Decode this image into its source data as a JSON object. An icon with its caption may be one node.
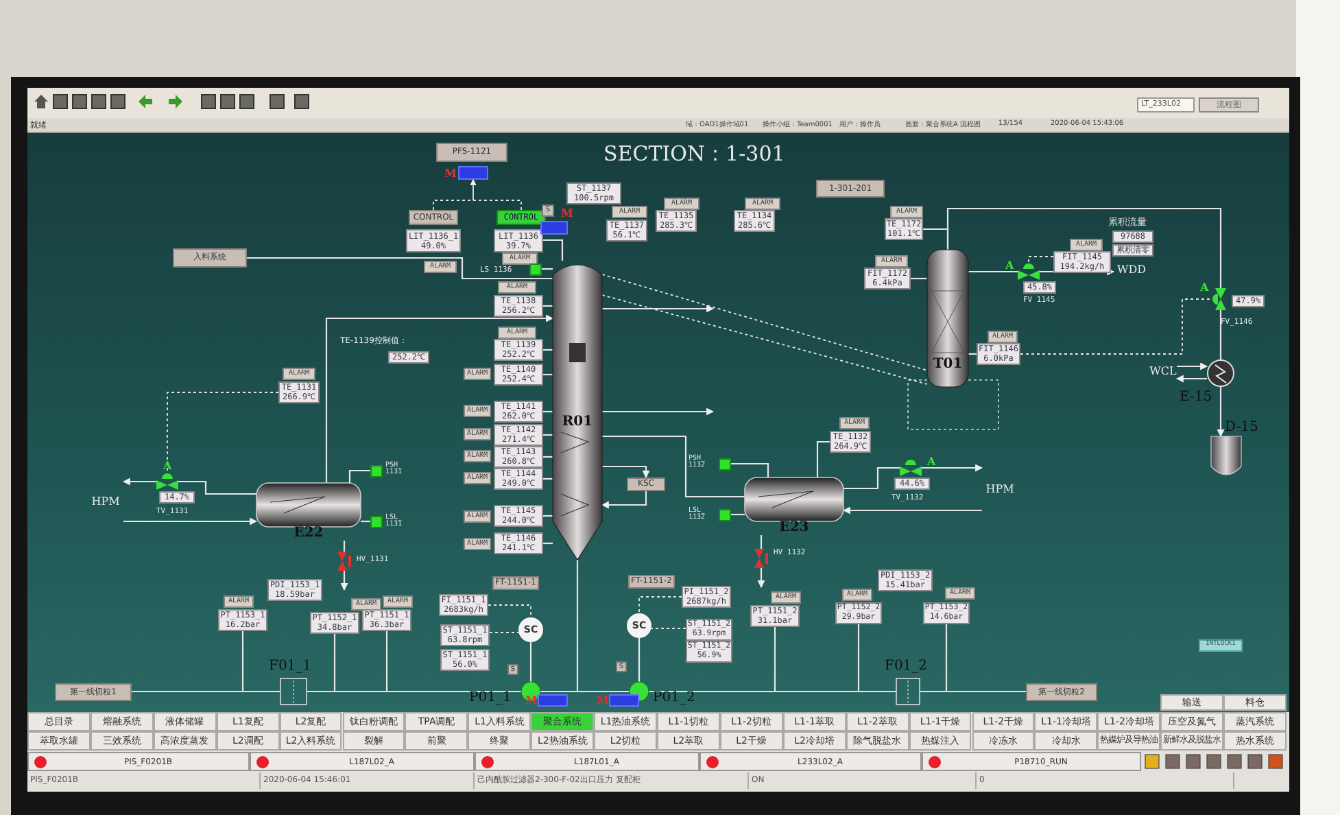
{
  "diagram": {
    "title": "SECTION：1-301",
    "nodes": [
      {
        "text": [
          "PFS-1121"
        ]
      },
      {
        "text": [],
        "shape": "box",
        "beside": [
          "M"
        ]
      },
      {
        "text": [
          "CONTROL"
        ]
      },
      {
        "text": [
          "CONTROL"
        ]
      },
      {
        "text": [
          "LIT_1136_1",
          "49.0%"
        ]
      },
      {
        "text": [
          "LIT_1136",
          "39.7%"
        ]
      },
      {
        "text": [
          "ALARM"
        ]
      },
      {
        "text": [
          "入料系统"
        ]
      },
      {
        "text": [
          "ALARM"
        ]
      },
      {
        "text": [],
        "shape": "box"
      },
      {
        "text": [
          "ALARM"
        ]
      },
      {
        "text": [
          "TE_1138",
          "256.2℃"
        ]
      },
      {
        "text": [
          "S"
        ]
      },
      {
        "text": [],
        "shape": "box",
        "beside": [
          "M"
        ]
      },
      {
        "text": [
          "ST_1137",
          "100.5rpm"
        ]
      },
      {
        "text": [
          "ALARM"
        ]
      },
      {
        "text": [
          "TE_1137",
          "56.1℃"
        ]
      },
      {
        "text": [
          "ALARM"
        ]
      },
      {
        "text": [
          "TE_1135",
          "285.3℃"
        ]
      },
      {
        "text": [
          "ALARM"
        ]
      },
      {
        "text": [
          "TE_1134",
          "285.6℃"
        ]
      },
      {
        "text": [
          "1-301-201"
        ]
      },
      {
        "text": [
          "ALARM"
        ]
      },
      {
        "text": [
          "TE_1172",
          "101.1℃"
        ]
      },
      {
        "text": [
          "ALARM"
        ]
      },
      {
        "text": [
          "FIT_1172",
          "6.4kPa"
        ]
      },
      {
        "text": [
          "T01"
        ]
      },
      {
        "text": [
          "ALARM"
        ]
      },
      {
        "text": [
          "FIT_1145",
          "194.2kg/h"
        ]
      },
      {
        "text": [],
        "shape": "valve",
        "beside": [
          "A"
        ]
      },
      {
        "text": [
          "45.8%"
        ],
        "beside": [
          "FV 1145"
        ]
      },
      {
        "text": [
          "WDD"
        ]
      },
      {
        "text": [
          "97688"
        ]
      },
      {
        "text": [
          "累积清零"
        ]
      },
      {
        "text": [],
        "shape": "valve",
        "beside": [
          "A",
          "FV_1146"
        ]
      },
      {
        "text": [
          "47.9%"
        ]
      },
      {
        "text": [
          "ALARM"
        ]
      },
      {
        "text": [
          "FIT_1146",
          "6.0kPa"
        ]
      },
      {
        "text": [],
        "shape": "circle",
        "beside": [
          "E-15"
        ]
      },
      {
        "text": [
          "WCL"
        ]
      },
      {
        "text": [],
        "shape": "cylinder",
        "beside": [
          "D-15"
        ]
      },
      {
        "text": [
          "252.2℃"
        ]
      },
      {
        "text": [
          "ALARM"
        ]
      },
      {
        "text": [
          "TE_1139",
          "252.2℃"
        ]
      },
      {
        "text": [
          "ALARM"
        ]
      },
      {
        "text": [
          "TE_1140",
          "252.4℃"
        ]
      },
      {
        "text": [
          "ALARM"
        ]
      },
      {
        "text": [
          "TE_1141",
          "262.0℃"
        ]
      },
      {
        "text": [
          "ALARM"
        ]
      },
      {
        "text": [
          "TE_1142",
          "271.4℃"
        ]
      },
      {
        "text": [
          "ALARM"
        ]
      },
      {
        "text": [
          "TE_1143",
          "260.8℃"
        ]
      },
      {
        "text": [
          "ALARM"
        ]
      },
      {
        "text": [
          "TE_1144",
          "249.0℃"
        ]
      },
      {
        "text": [
          "ALARM"
        ]
      },
      {
        "text": [
          "TE_1145",
          "244.0℃"
        ]
      },
      {
        "text": [
          "ALARM"
        ]
      },
      {
        "text": [
          "TE_1146",
          "241.1℃"
        ]
      },
      {
        "text": [
          "R01"
        ]
      },
      {
        "text": [
          "KSC"
        ]
      },
      {
        "text": [
          "ALARM"
        ]
      },
      {
        "text": [
          "TE_1131",
          "266.9℃"
        ]
      },
      {
        "text": [],
        "shape": "valve",
        "beside": [
          "A"
        ]
      },
      {
        "text": [
          "14.7%"
        ],
        "beside": [
          "TV_1131"
        ]
      },
      {
        "text": [
          "E22"
        ]
      },
      {
        "text": [],
        "shape": "box",
        "beside": [
          "PSH_ 1131"
        ]
      },
      {
        "text": [],
        "shape": "box",
        "beside": [
          "LSL_ 1131"
        ]
      },
      {
        "text": [],
        "shape": "valve",
        "beside": [
          "HV_1131"
        ]
      },
      {
        "text": [
          "PDI_1153_1",
          "18.59bar"
        ]
      },
      {
        "text": [
          "ALARM"
        ]
      },
      {
        "text": [
          "PT_1153_1",
          "16.2bar"
        ]
      },
      {
        "text": [
          "ALARM"
        ]
      },
      {
        "text": [
          "PT_1152_1",
          "34.8bar"
        ]
      },
      {
        "text": [
          "ALARM"
        ]
      },
      {
        "text": [
          "PT_1151_1",
          "36.3bar"
        ]
      },
      {
        "text": [
          "FT-1151-1"
        ]
      },
      {
        "text": [
          "FI_1151_1",
          "2683kg/h"
        ]
      },
      {
        "text": [
          "ST_1151_1",
          "63.8rpm"
        ]
      },
      {
        "text": [
          "ST_1151_1",
          "56.0%"
        ]
      },
      {
        "text": [
          "SC"
        ]
      },
      {
        "text": [
          "SC"
        ]
      },
      {
        "text": [
          "FT-1151-2"
        ]
      },
      {
        "text": [],
        "shape": "box",
        "beside": [
          "F01_1"
        ]
      },
      {
        "text": [
          "第一线切粒1"
        ]
      },
      {
        "text": [],
        "shape": "circle",
        "beside": [
          "P01_1"
        ]
      },
      {
        "text": [
          "S"
        ]
      },
      {
        "text": [],
        "shape": "box",
        "beside": [
          "M"
        ]
      },
      {
        "text": [],
        "shape": "circle",
        "beside": [
          "P01_2"
        ]
      },
      {
        "text": [
          "S"
        ]
      },
      {
        "text": [],
        "shape": "box",
        "beside": [
          "M"
        ]
      },
      {
        "text": [
          "PI_1151_2",
          "2687kg/h"
        ]
      },
      {
        "text": [
          "ST_1151_2",
          "63.9rpm"
        ]
      },
      {
        "text": [
          "ST_1151_2",
          "56.9%"
        ]
      },
      {
        "text": [
          "ALARM"
        ]
      },
      {
        "text": [
          "PT_1151_2",
          "31.1bar"
        ]
      },
      {
        "text": [
          "PDI_1153_2",
          "15.41bar"
        ]
      },
      {
        "text": [
          "ALARM"
        ]
      },
      {
        "text": [
          "PT_1152_2",
          "29.9bar"
        ]
      },
      {
        "text": [
          "ALARM"
        ]
      },
      {
        "text": [
          "PT_1153_2",
          "14.6bar"
        ]
      },
      {
        "text": [],
        "shape": "box",
        "beside": [
          "F01_2"
        ]
      },
      {
        "text": [
          "第一线切粒2"
        ]
      },
      {
        "text": [
          "INTLOCK1"
        ]
      },
      {
        "text": [
          "ALARM"
        ]
      },
      {
        "text": [
          "TE_1132",
          "264.9℃"
        ]
      },
      {
        "text": [],
        "shape": "box",
        "beside": [
          "PSH_ 1132"
        ]
      },
      {
        "text": [],
        "shape": "box",
        "beside": [
          "LSL_ 1132"
        ]
      },
      {
        "text": [
          "E23"
        ]
      },
      {
        "text": [],
        "shape": "valve",
        "beside": [
          "HV 1132"
        ]
      },
      {
        "text": [],
        "shape": "valve",
        "beside": [
          "A"
        ]
      },
      {
        "text": [
          "44.6%"
        ],
        "beside": [
          "TV_1132"
        ]
      },
      {
        "text": [
          "HPM"
        ]
      },
      {
        "text": [
          "HPM"
        ]
      }
    ],
    "edges": [
      {
        "from": 2,
        "to": 1,
        "arrow": "to",
        "style": "dashed"
      },
      {
        "from": 3,
        "to": 1,
        "arrow": "to",
        "style": "dashed"
      },
      {
        "from": 5,
        "to": 58,
        "arrow": "none"
      },
      {
        "from": 7,
        "to": 58,
        "arrow": "none"
      },
      {
        "from": 9,
        "to": 58,
        "arrow": "none"
      },
      {
        "from": 11,
        "to": 58,
        "arrow": "none"
      },
      {
        "from": 43,
        "to": 58,
        "arrow": "none"
      },
      {
        "from": 45,
        "to": 58,
        "arrow": "none"
      },
      {
        "from": 47,
        "to": 58,
        "arrow": "none"
      },
      {
        "from": 49,
        "to": 58,
        "arrow": "none"
      },
      {
        "from": 51,
        "to": 58,
        "arrow": "none"
      },
      {
        "from": 53,
        "to": 58,
        "arrow": "none"
      },
      {
        "from": 55,
        "to": 58,
        "arrow": "none"
      },
      {
        "from": 57,
        "to": 58,
        "arrow": "none"
      },
      {
        "from": 58,
        "to": 26,
        "arrow": "none",
        "style": "dashed"
      },
      {
        "from": 58,
        "to": 26,
        "arrow": "none",
        "style": "dashed"
      },
      {
        "from": 23,
        "to": 26,
        "arrow": "none"
      },
      {
        "from": 25,
        "to": 26,
        "arrow": "none"
      },
      {
        "from": 37,
        "to": 26,
        "arrow": "none"
      },
      {
        "from": 26,
        "to": 29,
        "arrow": "none"
      },
      {
        "from": 29,
        "to": 31,
        "arrow": "to"
      },
      {
        "from": 28,
        "to": 29,
        "arrow": "none",
        "style": "dashed"
      },
      {
        "from": 26,
        "to": 34,
        "arrow": "none"
      },
      {
        "from": 34,
        "to": 38,
        "arrow": "none"
      },
      {
        "from": 38,
        "to": 40,
        "arrow": "to"
      },
      {
        "from": 39,
        "to": 38,
        "arrow": "to"
      },
      {
        "from": 38,
        "to": 39,
        "arrow": "to"
      },
      {
        "from": 37,
        "to": 34,
        "arrow": "none",
        "style": "dashed"
      },
      {
        "from": 61,
        "to": 62,
        "arrow": "none",
        "style": "dashed"
      },
      {
        "from": 64,
        "to": 62,
        "arrow": "none"
      },
      {
        "from": 62,
        "to": 111,
        "arrow": "to"
      },
      {
        "from": 111,
        "to": 64,
        "arrow": "to"
      },
      {
        "from": 64,
        "to": 58,
        "arrow": "to"
      },
      {
        "from": 64,
        "to": 67,
        "arrow": "none"
      },
      {
        "from": 67,
        "to": null,
        "arrow": "to"
      },
      {
        "from": 65,
        "to": 64,
        "arrow": "none"
      },
      {
        "from": 66,
        "to": 64,
        "arrow": "none"
      },
      {
        "from": 104,
        "to": 107,
        "arrow": "none"
      },
      {
        "from": 105,
        "to": 107,
        "arrow": "none"
      },
      {
        "from": 106,
        "to": 107,
        "arrow": "none"
      },
      {
        "from": 107,
        "to": 108,
        "arrow": "none"
      },
      {
        "from": 108,
        "to": null,
        "arrow": "to"
      },
      {
        "from": 107,
        "to": 109,
        "arrow": "none"
      },
      {
        "from": 109,
        "to": 112,
        "arrow": "to"
      },
      {
        "from": 112,
        "to": 107,
        "arrow": "to"
      },
      {
        "from": 107,
        "to": 58,
        "arrow": "none"
      },
      {
        "from": 58,
        "to": 59,
        "arrow": "to"
      },
      {
        "from": 59,
        "to": 58,
        "arrow": "to"
      },
      {
        "from": 58,
        "to": 84,
        "arrow": "none"
      },
      {
        "from": 58,
        "to": 87,
        "arrow": "none"
      },
      {
        "from": 83,
        "to": 82,
        "arrow": "none"
      },
      {
        "from": 82,
        "to": 84,
        "arrow": "none"
      },
      {
        "from": 87,
        "to": 100,
        "arrow": "none"
      },
      {
        "from": 100,
        "to": 101,
        "arrow": "none"
      },
      {
        "from": 70,
        "to": null,
        "arrow": "none"
      },
      {
        "from": 72,
        "to": null,
        "arrow": "none"
      },
      {
        "from": 74,
        "to": null,
        "arrow": "none"
      },
      {
        "from": 94,
        "to": null,
        "arrow": "none"
      },
      {
        "from": 97,
        "to": null,
        "arrow": "none"
      },
      {
        "from": 99,
        "to": null,
        "arrow": "none"
      },
      {
        "from": 79,
        "to": 84,
        "arrow": "none"
      },
      {
        "from": 80,
        "to": 87,
        "arrow": "none"
      },
      {
        "from": 76,
        "to": 79,
        "arrow": "none",
        "style": "dashed"
      },
      {
        "from": 77,
        "to": 79,
        "arrow": "none",
        "style": "dashed"
      },
      {
        "from": 90,
        "to": 80,
        "arrow": "none",
        "style": "dashed"
      },
      {
        "from": 91,
        "to": 80,
        "arrow": "none",
        "style": "dashed"
      },
      {
        "from": 58,
        "to": null,
        "arrow": "to"
      },
      {
        "from": 58,
        "to": null,
        "arrow": "to"
      }
    ],
    "labels": [
      "就绪",
      "域：OAD1操作域01",
      "操作小组：Team0001",
      "用户：操作员",
      "画面：聚合系统A 流程图",
      "13/154",
      "2020-06-04 15:43:06",
      "LT_233L02",
      "流程图",
      "TE-1139控制值：",
      "累积流量",
      "输送",
      "料仓",
      "总目录",
      "熔融系统",
      "液体储罐",
      "L1复配",
      "L2复配",
      "钛白粉调配",
      "TPA调配",
      "L1入料系统",
      "聚合系统",
      "L1热油系统",
      "L1-1切粒",
      "L1-2切粒",
      "L1-1萃取",
      "L1-2萃取",
      "L1-1干燥",
      "L1-2干燥",
      "L1-1冷却塔",
      "L1-2冷却塔",
      "压空及氮气",
      "蒸汽系统",
      "萃取水罐",
      "三效系统",
      "高浓度蒸发",
      "L2调配",
      "L2入料系统",
      "裂解",
      "前聚",
      "终聚",
      "L2热油系统",
      "L2切粒",
      "L2萃取",
      "L2干燥",
      "L2冷却塔",
      "除气脱盐水",
      "热媒注入",
      "冷冻水",
      "冷却水",
      "热媒炉及导热油",
      "新鲜水及脱盐水",
      "热水系统",
      "PIS_F0201B",
      "L187L02_A",
      "L187L01_A",
      "L233L02_A",
      "P18710_RUN",
      "PIS_F0201B",
      "2020-06-04 15:46:01",
      "己内酰胺过滤器2-300-F-02出口压力 复配柜",
      "ON",
      "0",
      "LS 1136"
    ]
  }
}
